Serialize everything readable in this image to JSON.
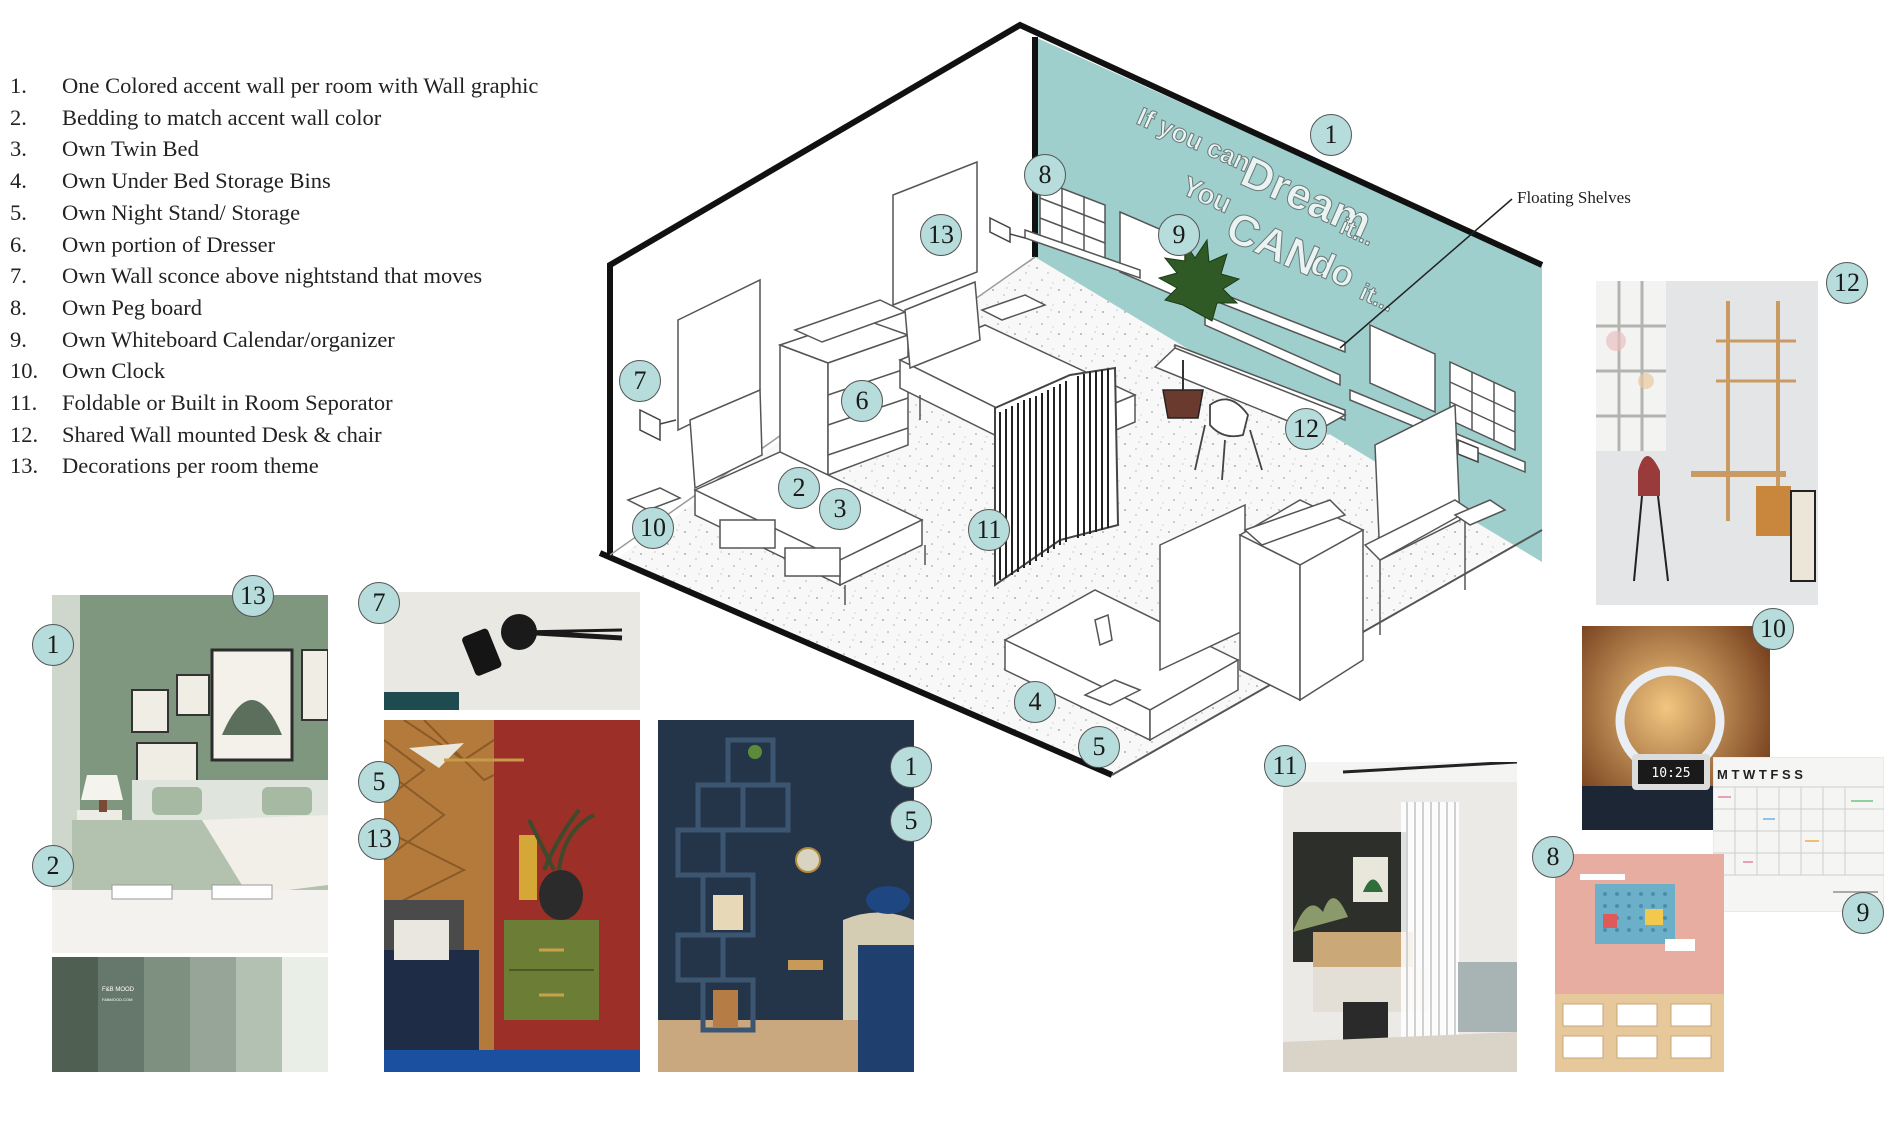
{
  "legend": [
    {
      "num": "1.",
      "text": "One Colored accent wall per room with Wall graphic"
    },
    {
      "num": "2.",
      "text": "Bedding to match accent wall color"
    },
    {
      "num": "3.",
      "text": "Own Twin Bed"
    },
    {
      "num": "4.",
      "text": "Own Under Bed Storage Bins"
    },
    {
      "num": "5.",
      "text": "Own Night Stand/ Storage"
    },
    {
      "num": "6.",
      "text": "Own portion of Dresser"
    },
    {
      "num": "7.",
      "text": "Own Wall sconce above nightstand that moves"
    },
    {
      "num": "8.",
      "text": "Own Peg board"
    },
    {
      "num": "9.",
      "text": "Own Whiteboard Calendar/organizer"
    },
    {
      "num": "10.",
      "text": "Own Clock"
    },
    {
      "num": "11.",
      "text": "Foldable or Built in Room Seporator"
    },
    {
      "num": "12.",
      "text": "Shared Wall mounted Desk & chair"
    },
    {
      "num": "13.",
      "text": "Decorations per room theme"
    }
  ],
  "plan": {
    "wall_text_1": "If you can",
    "wall_text_2": "Dream",
    "wall_text_3": "it...",
    "wall_text_4": "You",
    "wall_text_5": "CAN",
    "wall_text_6": "do",
    "wall_text_7": "it...",
    "floating_label": "Floating Shelves",
    "markers": [
      "1",
      "8",
      "9",
      "13",
      "7",
      "6",
      "12",
      "2",
      "3",
      "10",
      "11",
      "4",
      "5"
    ]
  },
  "photo_sage": {
    "markers": [
      "13",
      "1",
      "2"
    ],
    "swatch_brand": "F&B MOOD",
    "swatch_url": "FABMOOD.COM",
    "swatch_colors": [
      "#4f5f52",
      "#65786b",
      "#7e9181",
      "#96a597",
      "#b3c1b3",
      "#e9efe7"
    ]
  },
  "photo_sconce": {
    "markers": [
      "7"
    ]
  },
  "photo_red": {
    "markers": [
      "5",
      "13"
    ]
  },
  "photo_navy": {
    "markers": [
      "1",
      "5"
    ]
  },
  "photo_desk": {
    "markers": [
      "12"
    ]
  },
  "photo_lamp": {
    "markers": [
      "10"
    ],
    "clock_text": "10:25"
  },
  "photo_calendar": {
    "markers": [
      "9"
    ],
    "days": "M T W T F S S"
  },
  "photo_divider": {
    "markers": [
      "11"
    ]
  },
  "photo_pegboard": {
    "markers": [
      "8"
    ]
  },
  "colors": {
    "accent": "#9fcfcc",
    "marker_fill": "#b6dcdb",
    "floor": "#f7f7f7"
  }
}
